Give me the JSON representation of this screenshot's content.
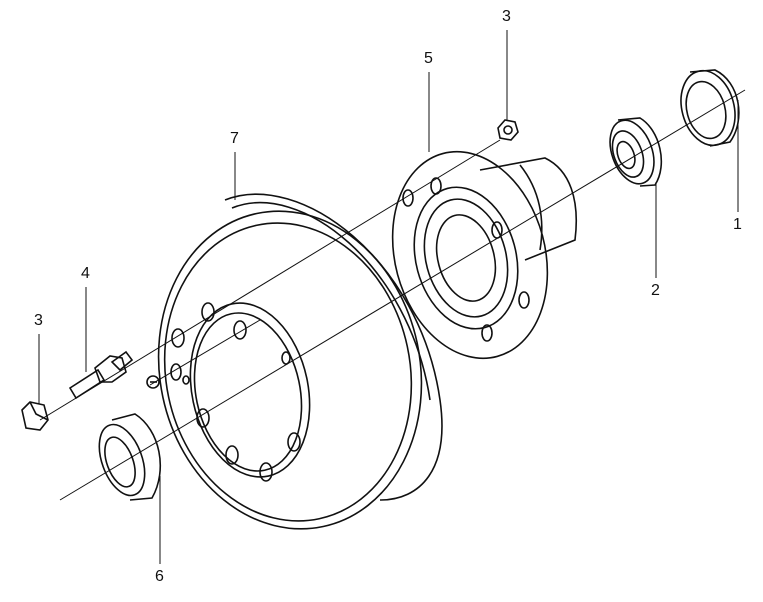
{
  "callouts": [
    {
      "id": "nut-top",
      "label": "3"
    },
    {
      "id": "hub",
      "label": "5"
    },
    {
      "id": "brake-drum",
      "label": "7"
    },
    {
      "id": "oil-seal",
      "label": "1"
    },
    {
      "id": "outer-bearing",
      "label": "2"
    },
    {
      "id": "wheel-stud",
      "label": "4"
    },
    {
      "id": "nut-left",
      "label": "3"
    },
    {
      "id": "inner-bearing",
      "label": "6"
    }
  ]
}
